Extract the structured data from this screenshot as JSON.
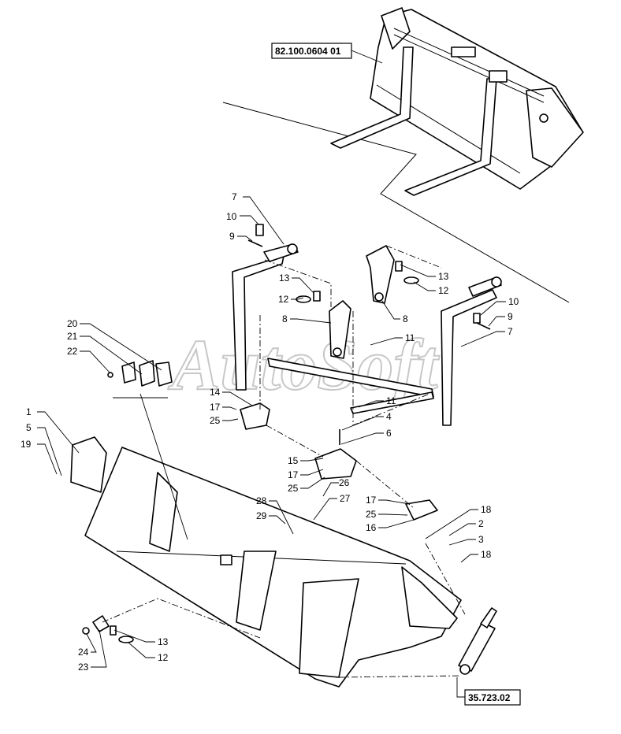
{
  "references": {
    "fork_assembly": "82.100.0604 01",
    "cylinder": "35.723.02"
  },
  "watermark": "AutoSoft",
  "callouts": {
    "c7a": "7",
    "c10a": "10",
    "c9a": "9",
    "c13a": "13",
    "c12a": "12",
    "c8a": "8",
    "c20": "20",
    "c21": "21",
    "c22": "22",
    "c13b": "13",
    "c12b": "12",
    "c8b": "8",
    "c10b": "10",
    "c9b": "9",
    "c7b": "7",
    "c11a": "11",
    "c11b": "11",
    "c14": "14",
    "c17a": "17",
    "c25a": "25",
    "c4": "4",
    "c6": "6",
    "c1": "1",
    "c5": "5",
    "c19": "19",
    "c15": "15",
    "c17b": "17",
    "c25b": "25",
    "c26": "26",
    "c27": "27",
    "c28": "28",
    "c29": "29",
    "c17c": "17",
    "c25c": "25",
    "c16": "16",
    "c18a": "18",
    "c2": "2",
    "c3": "3",
    "c18b": "18",
    "c13c": "13",
    "c12c": "12",
    "c24": "24",
    "c23": "23"
  }
}
